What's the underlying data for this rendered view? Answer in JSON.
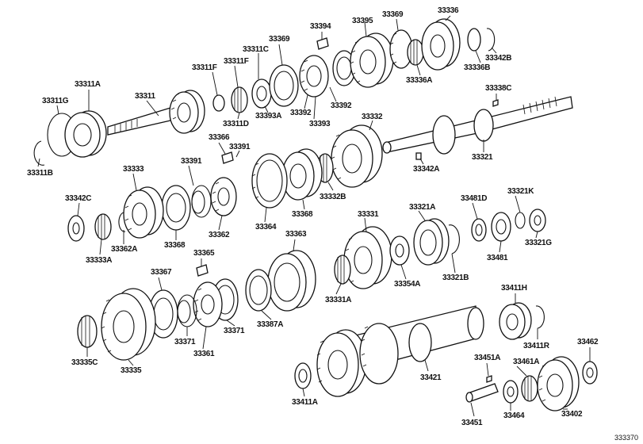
{
  "figure_code": "333370",
  "part_numbers": {
    "p33311A": "33311A",
    "p33311G": "33311G",
    "p33311B": "33311B",
    "p33311": "33311",
    "p33311F_a": "33311F",
    "p33311F_b": "33311F",
    "p33311C": "33311C",
    "p33311D": "33311D",
    "p33393A": "33393A",
    "p33369_a": "33369",
    "p33369_b": "33369",
    "p33394": "33394",
    "p33395": "33395",
    "p33336": "33336",
    "p33336B": "33336B",
    "p33342B": "33342B",
    "p33336A": "33336A",
    "p33392_a": "33392",
    "p33392_b": "33392",
    "p33393": "33393",
    "p33338C": "33338C",
    "p33332": "33332",
    "p33321": "33321",
    "p33342A": "33342A",
    "p33366": "33366",
    "p33391_a": "33391",
    "p33391_b": "33391",
    "p33333": "33333",
    "p33342C": "33342C",
    "p33362A": "33362A",
    "p33333A": "33333A",
    "p33368_a": "33368",
    "p33368_b": "33368",
    "p33362": "33362",
    "p33364": "33364",
    "p33332B": "33332B",
    "p33331": "33331",
    "p33321A": "33321A",
    "p33481D": "33481D",
    "p33321K": "33321K",
    "p33481": "33481",
    "p33321G": "33321G",
    "p33321B": "33321B",
    "p33354A": "33354A",
    "p33331A": "33331A",
    "p33363": "33363",
    "p33365": "33365",
    "p33367": "33367",
    "p33387A": "33387A",
    "p33371_a": "33371",
    "p33371_b": "33371",
    "p33361": "33361",
    "p33335C": "33335C",
    "p33335": "33335",
    "p33411H": "33411H",
    "p33411R": "33411R",
    "p33462": "33462",
    "p33451A": "33451A",
    "p33461A": "33461A",
    "p33421": "33421",
    "p33411A": "33411A",
    "p33451": "33451",
    "p33464": "33464",
    "p33402": "33402"
  }
}
